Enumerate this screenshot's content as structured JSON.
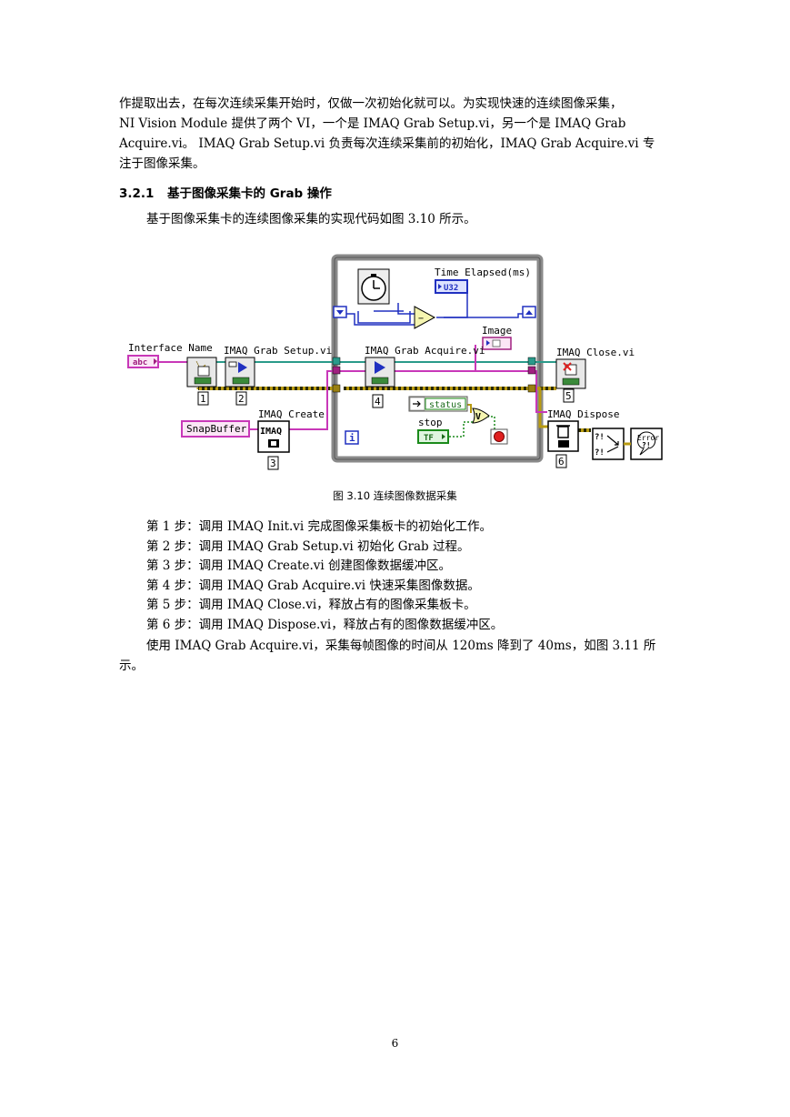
{
  "intro": {
    "line1": "作提取出去，在每次连续采集开始时，仅做一次初始化就可以。为实现快速的连续图像采集，",
    "line2": "NI Vision Module 提供了两个  VI，一个是  IMAQ Grab Setup.vi，另一个是  IMAQ Grab",
    "line3": "Acquire.vi。 IMAQ Grab Setup.vi 负责每次连续采集前的初始化，IMAQ Grab Acquire.vi 专",
    "line4": "注于图像采集。"
  },
  "section": {
    "number": "3.2.1",
    "title": "基于图像采集卡的 Grab 操作"
  },
  "section_intro": "基于图像采集卡的连续图像采集的实现代码如图 3.10 所示。",
  "diagram": {
    "labels": {
      "interface_name": "Interface Name",
      "grab_setup": "IMAQ Grab Setup.vi",
      "grab_acquire": "IMAQ Grab Acquire.vi",
      "close": "IMAQ Close.vi",
      "create": "IMAQ Create",
      "dispose": "IMAQ Dispose",
      "time_elapsed": "Time Elapsed(ms)",
      "image": "Image",
      "status": "status",
      "stop": "stop",
      "u32": "U32",
      "abc": "abc",
      "snapbuffer": "SnapBuffer",
      "imaq": "IMAQ",
      "tf": "TF",
      "iter": "i",
      "or_gate": "V",
      "minus": "−",
      "error_top": "Error",
      "error_bottom": "?!"
    },
    "step_numbers": [
      "1",
      "2",
      "3",
      "4",
      "5",
      "6"
    ]
  },
  "caption": "图 3.10  连续图像数据采集",
  "steps": [
    "第 1 步：调用 IMAQ Init.vi 完成图像采集板卡的初始化工作。",
    "第 2 步：调用 IMAQ Grab Setup.vi 初始化 Grab 过程。",
    "第 3 步：调用 IMAQ Create.vi 创建图像数据缓冲区。",
    "第 4 步：调用 IMAQ Grab Acquire.vi 快速采集图像数据。",
    "第 5 步：调用 IMAQ Close.vi，释放占有的图像采集板卡。",
    "第 6 步：调用 IMAQ Dispose.vi，释放占有的图像数据缓冲区。"
  ],
  "closing": {
    "line1": "使用 IMAQ Grab Acquire.vi，采集每帧图像的时间从 120ms 降到了 40ms，如图 3.11 所",
    "line2": "示。"
  },
  "page_number": "6",
  "colors": {
    "pink_wire": "#c838b8",
    "teal_wire": "#2a9a8a",
    "yellow_wire": "#b89a10",
    "blue_wire": "#2030c0",
    "green_wire": "#1a8a1a",
    "loop_frame": "#8a8a8a"
  }
}
